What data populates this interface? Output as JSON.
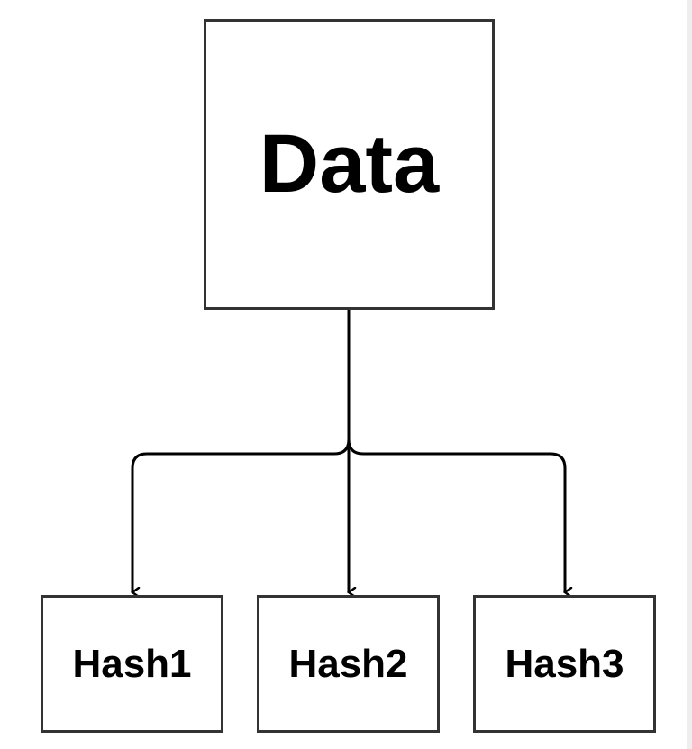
{
  "diagram": {
    "source": {
      "label": "Data"
    },
    "targets": [
      {
        "label": "Hash1"
      },
      {
        "label": "Hash2"
      },
      {
        "label": "Hash3"
      }
    ],
    "colors": {
      "border": "#333333",
      "connector": "#000000",
      "text": "#000000",
      "background": "#ffffff"
    }
  }
}
